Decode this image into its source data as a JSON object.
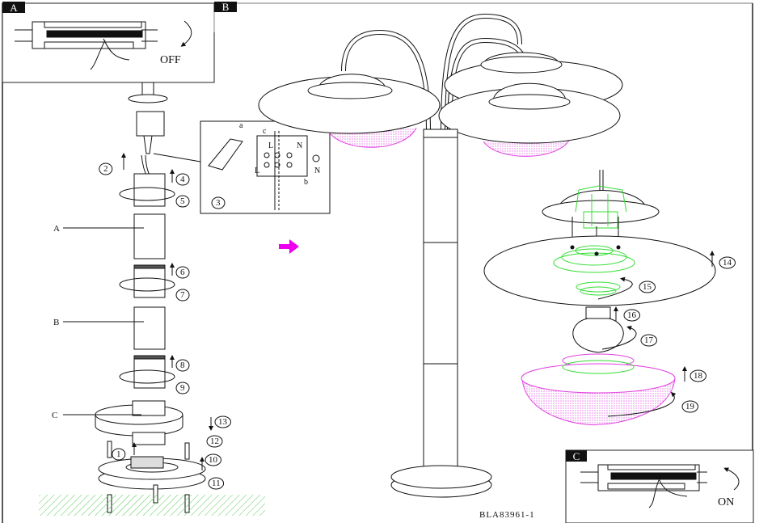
{
  "panels": {
    "A": {
      "label": "A",
      "switch_state": "OFF"
    },
    "B": {
      "label": "B"
    },
    "C": {
      "label": "C",
      "switch_state": "ON"
    }
  },
  "part_labels": [
    "A",
    "B",
    "C"
  ],
  "wiring_detail": {
    "step": "3",
    "markers": [
      "a",
      "b",
      "c"
    ],
    "terminals_top": [
      "L",
      "N"
    ],
    "terminals_bottom": [
      "L",
      "N"
    ]
  },
  "steps_left": [
    "1",
    "2",
    "4",
    "5",
    "6",
    "7",
    "8",
    "9",
    "10",
    "11",
    "12",
    "13"
  ],
  "steps_right": [
    "14",
    "15",
    "16",
    "17",
    "18",
    "19"
  ],
  "model_code": "BLA83961-1",
  "colors": {
    "highlight_green": "#33dd33",
    "highlight_magenta": "#e040e0",
    "arrow_magenta": "#ee00ee",
    "ground_hatch": "#55cc55"
  }
}
